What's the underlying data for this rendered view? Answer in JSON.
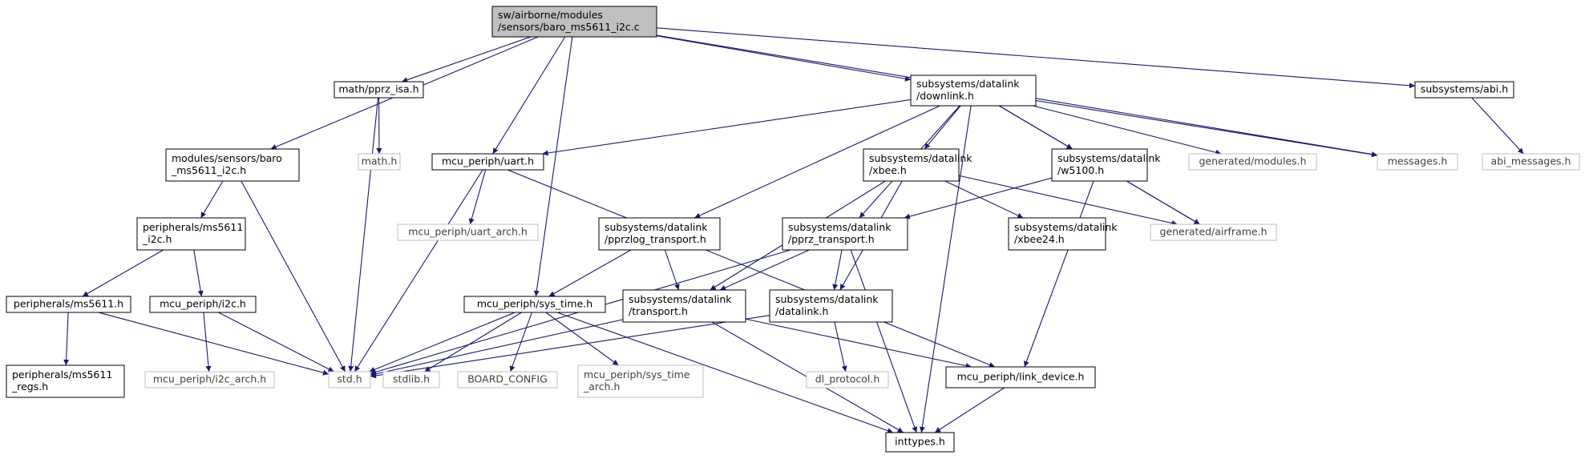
{
  "nodes": [
    {
      "id": "root",
      "lines": [
        "sw/airborne/modules",
        "/sensors/baro_ms5611_i2c.c"
      ],
      "style": "root"
    },
    {
      "id": "mod_baro",
      "lines": [
        "modules/sensors/baro",
        "_ms5611_i2c.h"
      ],
      "style": "black"
    },
    {
      "id": "pprz_isa",
      "lines": [
        "math/pprz_isa.h"
      ],
      "style": "black"
    },
    {
      "id": "math",
      "lines": [
        "math.h"
      ],
      "style": "gray"
    },
    {
      "id": "uart",
      "lines": [
        "mcu_periph/uart.h"
      ],
      "style": "black"
    },
    {
      "id": "uart_arch",
      "lines": [
        "mcu_periph/uart_arch.h"
      ],
      "style": "gray"
    },
    {
      "id": "downlink",
      "lines": [
        "subsystems/datalink",
        "/downlink.h"
      ],
      "style": "black"
    },
    {
      "id": "abi",
      "lines": [
        "subsystems/abi.h"
      ],
      "style": "black"
    },
    {
      "id": "abi_messages",
      "lines": [
        "abi_messages.h"
      ],
      "style": "gray"
    },
    {
      "id": "messages",
      "lines": [
        "messages.h"
      ],
      "style": "gray"
    },
    {
      "id": "gen_modules",
      "lines": [
        "generated/modules.h"
      ],
      "style": "gray"
    },
    {
      "id": "xbee",
      "lines": [
        "subsystems/datalink",
        "/xbee.h"
      ],
      "style": "black"
    },
    {
      "id": "w5100",
      "lines": [
        "subsystems/datalink",
        "/w5100.h"
      ],
      "style": "black"
    },
    {
      "id": "xbee24",
      "lines": [
        "subsystems/datalink",
        "/xbee24.h"
      ],
      "style": "black"
    },
    {
      "id": "gen_airframe",
      "lines": [
        "generated/airframe.h"
      ],
      "style": "gray"
    },
    {
      "id": "pprzlog",
      "lines": [
        "subsystems/datalink",
        "/pprzlog_transport.h"
      ],
      "style": "black"
    },
    {
      "id": "pprz_transport",
      "lines": [
        "subsystems/datalink",
        "/pprz_transport.h"
      ],
      "style": "black"
    },
    {
      "id": "per_ms5611_i2c",
      "lines": [
        "peripherals/ms5611",
        "_i2c.h"
      ],
      "style": "black"
    },
    {
      "id": "per_ms5611",
      "lines": [
        "peripherals/ms5611.h"
      ],
      "style": "black"
    },
    {
      "id": "per_ms5611_regs",
      "lines": [
        "peripherals/ms5611",
        "_regs.h"
      ],
      "style": "black"
    },
    {
      "id": "i2c",
      "lines": [
        "mcu_periph/i2c.h"
      ],
      "style": "black"
    },
    {
      "id": "i2c_arch",
      "lines": [
        "mcu_periph/i2c_arch.h"
      ],
      "style": "gray"
    },
    {
      "id": "sys_time",
      "lines": [
        "mcu_periph/sys_time.h"
      ],
      "style": "black"
    },
    {
      "id": "transport",
      "lines": [
        "subsystems/datalink",
        "/transport.h"
      ],
      "style": "black"
    },
    {
      "id": "datalink",
      "lines": [
        "subsystems/datalink",
        "/datalink.h"
      ],
      "style": "black"
    },
    {
      "id": "std",
      "lines": [
        "std.h"
      ],
      "style": "gray"
    },
    {
      "id": "stdlib",
      "lines": [
        "stdlib.h"
      ],
      "style": "gray"
    },
    {
      "id": "board_config",
      "lines": [
        "BOARD_CONFIG"
      ],
      "style": "gray"
    },
    {
      "id": "sys_time_arch",
      "lines": [
        "mcu_periph/sys_time",
        "_arch.h"
      ],
      "style": "gray"
    },
    {
      "id": "dl_protocol",
      "lines": [
        "dl_protocol.h"
      ],
      "style": "gray"
    },
    {
      "id": "link_device",
      "lines": [
        "mcu_periph/link_device.h"
      ],
      "style": "black"
    },
    {
      "id": "inttypes",
      "lines": [
        "inttypes.h"
      ],
      "style": "black"
    }
  ],
  "edges": [
    [
      "root",
      "mod_baro"
    ],
    [
      "root",
      "pprz_isa"
    ],
    [
      "root",
      "uart"
    ],
    [
      "root",
      "sys_time"
    ],
    [
      "root",
      "downlink"
    ],
    [
      "root",
      "messages"
    ],
    [
      "root",
      "abi"
    ],
    [
      "pprz_isa",
      "math"
    ],
    [
      "pprz_isa",
      "std"
    ],
    [
      "mod_baro",
      "per_ms5611_i2c"
    ],
    [
      "mod_baro",
      "std"
    ],
    [
      "per_ms5611_i2c",
      "per_ms5611"
    ],
    [
      "per_ms5611_i2c",
      "i2c"
    ],
    [
      "per_ms5611",
      "per_ms5611_regs"
    ],
    [
      "per_ms5611",
      "std"
    ],
    [
      "i2c",
      "i2c_arch"
    ],
    [
      "i2c",
      "std"
    ],
    [
      "uart",
      "uart_arch"
    ],
    [
      "uart",
      "std"
    ],
    [
      "uart",
      "link_device"
    ],
    [
      "abi",
      "abi_messages"
    ],
    [
      "downlink",
      "uart"
    ],
    [
      "downlink",
      "pprzlog"
    ],
    [
      "downlink",
      "pprz_transport"
    ],
    [
      "downlink",
      "xbee"
    ],
    [
      "downlink",
      "w5100"
    ],
    [
      "downlink",
      "gen_modules"
    ],
    [
      "downlink",
      "gen_airframe"
    ],
    [
      "downlink",
      "messages"
    ],
    [
      "downlink",
      "inttypes"
    ],
    [
      "xbee",
      "transport"
    ],
    [
      "xbee",
      "xbee24"
    ],
    [
      "xbee",
      "gen_airframe"
    ],
    [
      "xbee",
      "datalink"
    ],
    [
      "w5100",
      "gen_airframe"
    ],
    [
      "w5100",
      "pprz_transport"
    ],
    [
      "w5100",
      "link_device"
    ],
    [
      "pprzlog",
      "sys_time"
    ],
    [
      "pprzlog",
      "transport"
    ],
    [
      "pprz_transport",
      "std"
    ],
    [
      "pprz_transport",
      "transport"
    ],
    [
      "pprz_transport",
      "datalink"
    ],
    [
      "pprz_transport",
      "inttypes"
    ],
    [
      "sys_time",
      "std"
    ],
    [
      "sys_time",
      "stdlib"
    ],
    [
      "sys_time",
      "board_config"
    ],
    [
      "sys_time",
      "sys_time_arch"
    ],
    [
      "sys_time",
      "inttypes"
    ],
    [
      "transport",
      "std"
    ],
    [
      "transport",
      "link_device"
    ],
    [
      "transport",
      "inttypes"
    ],
    [
      "datalink",
      "std"
    ],
    [
      "datalink",
      "dl_protocol"
    ],
    [
      "link_device",
      "inttypes"
    ]
  ],
  "colors": {
    "edge": "#191970",
    "black_border": "#000000",
    "gray_border": "#bfbfbf",
    "root_fill": "#bfbfbf"
  }
}
